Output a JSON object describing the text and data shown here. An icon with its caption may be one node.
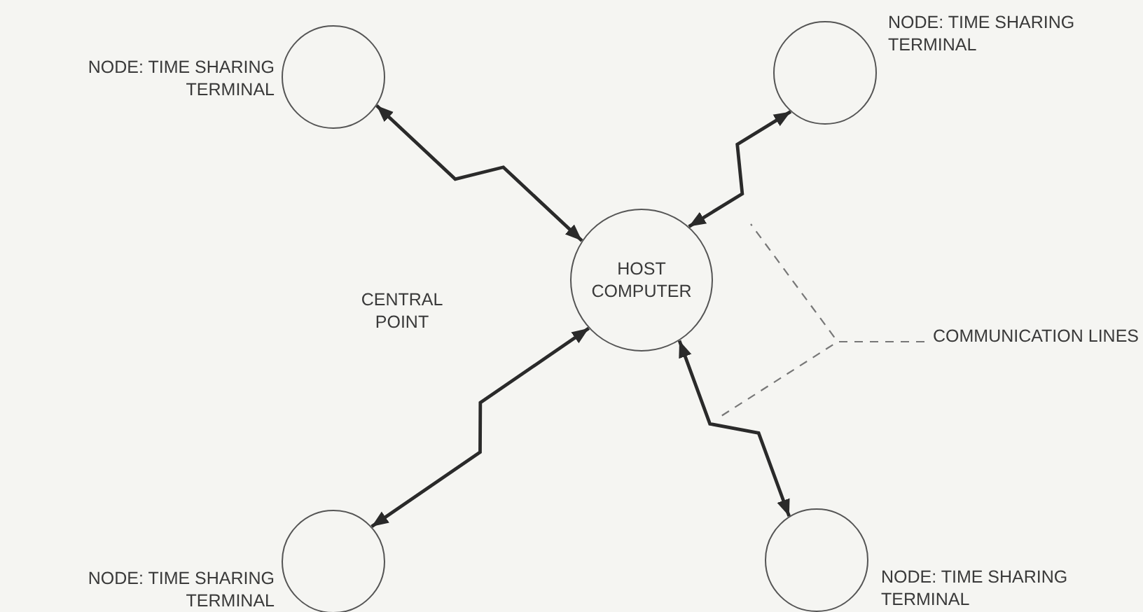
{
  "diagram": {
    "nodes": [
      {
        "text": [],
        "shape": "circle",
        "beside": [
          "NODE: TIME SHARING TERMINAL"
        ]
      },
      {
        "text": [],
        "shape": "circle",
        "beside": [
          "NODE: TIME SHARING TERMINAL"
        ]
      },
      {
        "text": [
          "HOST COMPUTER"
        ]
      },
      {
        "text": [
          "COMMUNICATION LINES"
        ]
      },
      {
        "text": [],
        "shape": "circle",
        "beside": [
          "NODE: TIME SHARING TERMINAL"
        ]
      },
      {
        "text": [],
        "shape": "circle",
        "beside": [
          "NODE: TIME SHARING TERMINAL"
        ]
      }
    ],
    "edges": [
      {
        "from": 2,
        "to": 0,
        "arrow": "both"
      },
      {
        "from": 2,
        "to": 1,
        "arrow": "both"
      },
      {
        "from": 2,
        "to": 4,
        "arrow": "both"
      },
      {
        "from": 2,
        "to": 5,
        "arrow": "both"
      },
      {
        "from": 3,
        "to": null,
        "arrow": "none",
        "style": "dashed"
      },
      {
        "from": 3,
        "to": null,
        "arrow": "none",
        "style": "dashed"
      }
    ],
    "labels": [
      "CENTRAL POINT"
    ]
  }
}
